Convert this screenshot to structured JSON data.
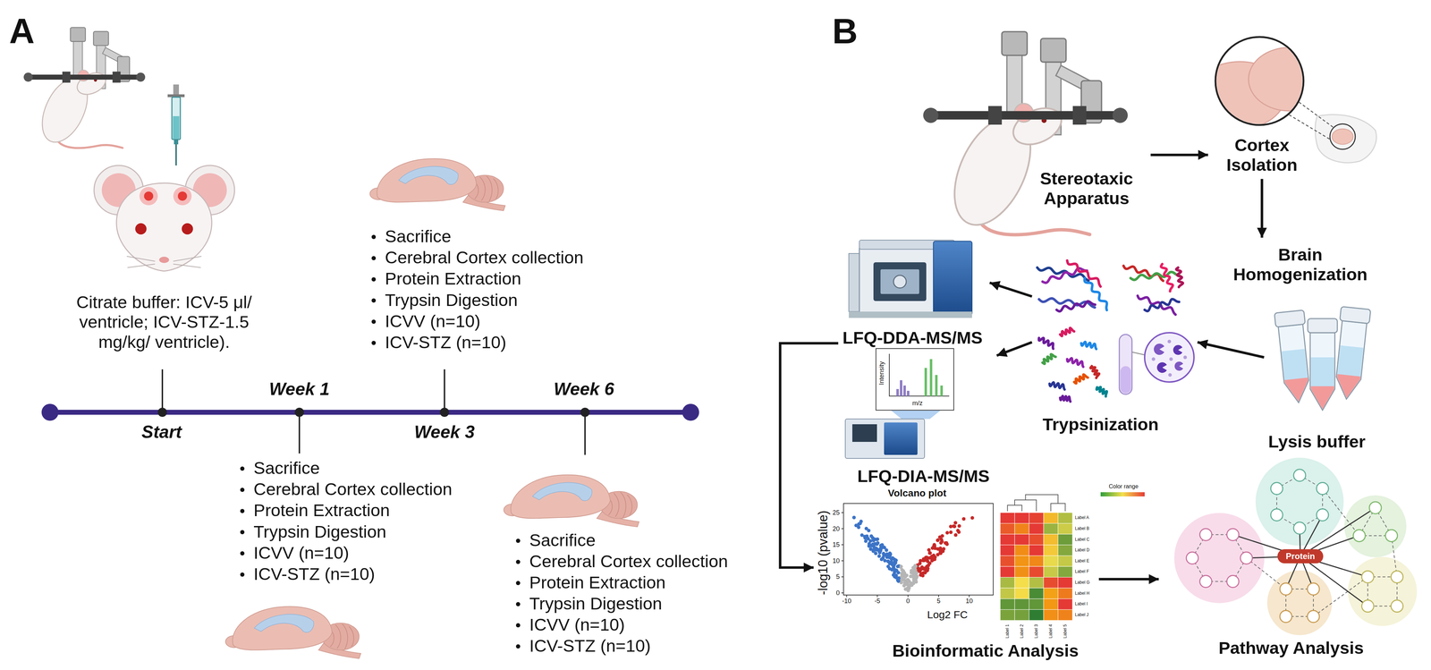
{
  "diagram": {
    "nodes": [
      {
        "text": [
          "Stereotaxic Apparatus"
        ]
      },
      {
        "text": [
          "Cortex Isolation"
        ]
      },
      {
        "text": [
          "Brain Homogenization"
        ]
      },
      {
        "text": [
          "Lysis buffer"
        ]
      },
      {
        "text": [
          "Trypsinization"
        ]
      },
      {
        "text": [
          "LFQ-DDA-MS/MS"
        ]
      },
      {
        "text": [
          "LFQ-DIA-MS/MS"
        ]
      },
      {
        "text": [
          "Bioinformatic Analysis"
        ]
      },
      {
        "text": [
          "Pathway Analysis"
        ]
      },
      {
        "text": [
          "Protein"
        ],
        "in": 8
      }
    ],
    "edges": [
      {
        "from": 0,
        "to": 1,
        "arrow": "to"
      },
      {
        "from": 1,
        "to": 2,
        "arrow": "to"
      },
      {
        "from": 3,
        "to": 4,
        "arrow": "to"
      },
      {
        "from": 4,
        "to": 5,
        "arrow": "to"
      },
      {
        "from": 4,
        "to": 6,
        "arrow": "to"
      },
      {
        "from": 5,
        "to": 7,
        "arrow": "to"
      },
      {
        "from": 7,
        "to": 8,
        "arrow": "to"
      }
    ],
    "labels": [
      "A",
      "Citrate buffer: ICV-5 μl/ ventricle; ICV-STZ-1.5 mg/kg/ ventricle).",
      "Start",
      "Week 1",
      "Week 3",
      "Week 6",
      "Sacrifice",
      "Cerebral Cortex collection",
      "Protein Extraction",
      "Trypsin Digestion",
      "ICVV (n=10)",
      "ICV-STZ (n=10)",
      "Sacrifice",
      "Cerebral Cortex collection",
      "Protein Extraction",
      "Trypsin Digestion",
      "ICVV (n=10)",
      "ICV-STZ (n=10)",
      "Sacrifice",
      "Cerebral Cortex collection",
      "Protein Extraction",
      "Trypsin Digestion",
      "ICVV (n=10)",
      "ICV-STZ (n=10)",
      "B",
      "Intensity",
      "m/z",
      "Volcano plot",
      "-log10 (pvalue)",
      "25",
      "20",
      "15",
      "10",
      "5",
      "0",
      "-10",
      "-5",
      "0",
      "5",
      "10",
      "Log2 FC",
      "Color range",
      "Label A",
      "Label B",
      "Label C",
      "Label D",
      "Label E",
      "Label F",
      "Label G",
      "Label H",
      "Label I",
      "Label J",
      "Label 1",
      "Label 2",
      "Label 3",
      "Label 4",
      "Label 5"
    ]
  }
}
